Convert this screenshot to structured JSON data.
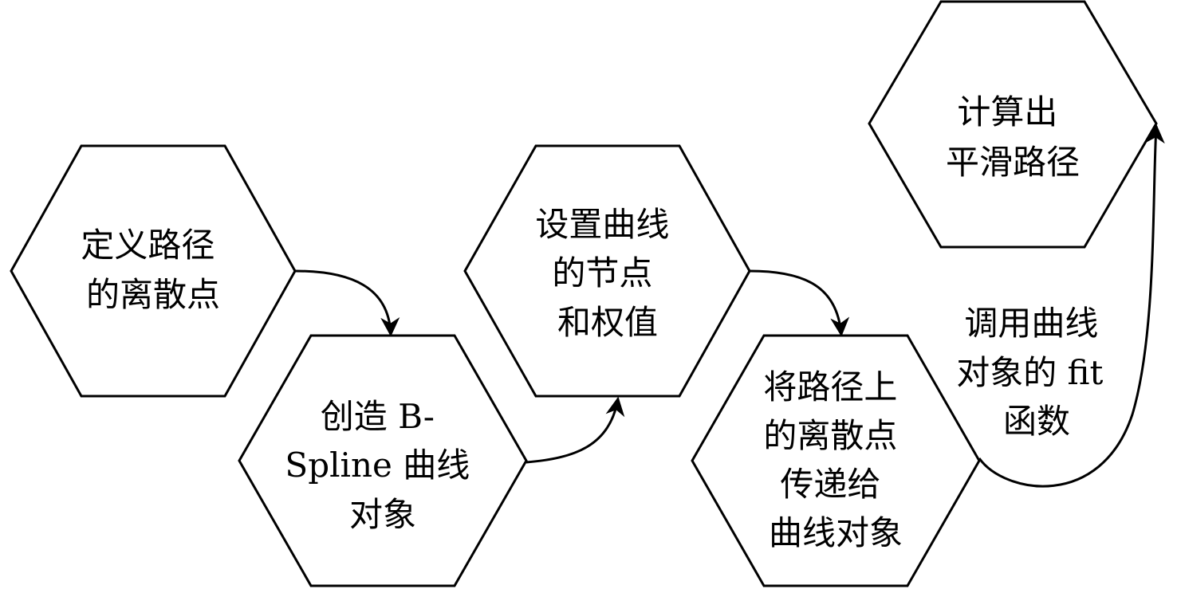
{
  "steps": [
    {
      "lines": [
        "定义路径",
        "的离散点"
      ]
    },
    {
      "lines": [
        "创造 B-",
        "Spline 曲线",
        "对象"
      ]
    },
    {
      "lines": [
        "设置曲线",
        "的节点",
        "和权值"
      ]
    },
    {
      "lines": [
        "将路径上",
        "的离散点",
        "传递给",
        "曲线对象"
      ]
    },
    {
      "lines": [
        "计算出",
        "平滑路径"
      ]
    }
  ],
  "edge_label": {
    "lines": [
      "调用曲线",
      "对象的 fit",
      "函数"
    ]
  }
}
